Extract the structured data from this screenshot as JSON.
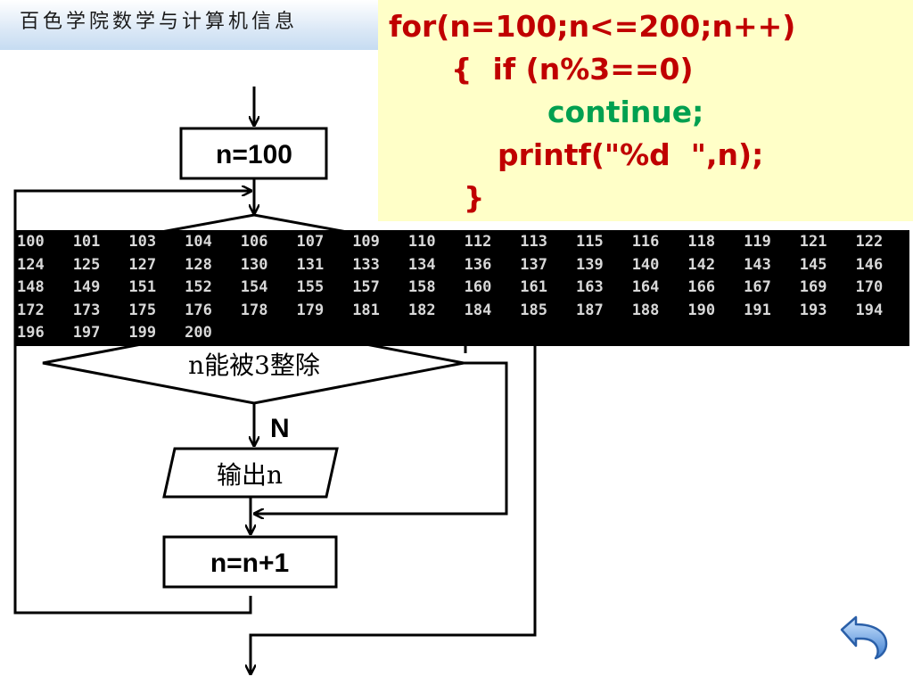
{
  "header": {
    "title": "百色学院数学与计算机信息"
  },
  "code": {
    "line1": "for(n=100;n<=200;n++)",
    "line2": "{  if (n%3==0)",
    "line3": "continue;",
    "line4": "printf(\"%d  \",n);",
    "line5": "}"
  },
  "flowchart": {
    "init": "n=100",
    "condition": "n能被3整除",
    "no_label": "N",
    "output": "输出n",
    "increment": "n=n+1"
  },
  "console_output": [
    [
      "100",
      "101",
      "103",
      "104",
      "106",
      "107",
      "109",
      "110",
      "112",
      "113",
      "115",
      "116",
      "118",
      "119",
      "121",
      "122"
    ],
    [
      "124",
      "125",
      "127",
      "128",
      "130",
      "131",
      "133",
      "134",
      "136",
      "137",
      "139",
      "140",
      "142",
      "143",
      "145",
      "146"
    ],
    [
      "148",
      "149",
      "151",
      "152",
      "154",
      "155",
      "157",
      "158",
      "160",
      "161",
      "163",
      "164",
      "166",
      "167",
      "169",
      "170"
    ],
    [
      "172",
      "173",
      "175",
      "176",
      "178",
      "179",
      "181",
      "182",
      "184",
      "185",
      "187",
      "188",
      "190",
      "191",
      "193",
      "194"
    ],
    [
      "196",
      "197",
      "199",
      "200"
    ]
  ],
  "colors": {
    "code_text": "#c00000",
    "keyword_green": "#00a050",
    "code_background": "#ffffc8",
    "console_background": "#000000"
  },
  "icons": {
    "back": "return-arrow-icon"
  }
}
